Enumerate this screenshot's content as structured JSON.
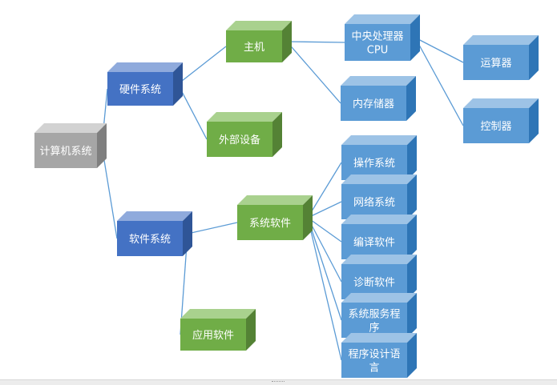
{
  "colors": {
    "grey": {
      "front": "#a6a6a6",
      "top": "#d2d2d2",
      "side": "#7f7f7f",
      "text": "#ffffff"
    },
    "blue": {
      "front": "#4472c4",
      "top": "#8faadc",
      "side": "#2f5597",
      "text": "#ffffff"
    },
    "green": {
      "front": "#70ad47",
      "top": "#a9d18e",
      "side": "#548235",
      "text": "#ffffff"
    },
    "lightblue": {
      "front": "#5b9bd5",
      "top": "#9dc3e6",
      "side": "#2e75b6",
      "text": "#ffffff"
    },
    "line": "#5b9bd5"
  },
  "nodes": [
    {
      "id": "computer",
      "name": "node-computer-system",
      "lines": [
        "计算机系统"
      ],
      "color": "grey"
    },
    {
      "id": "hardware",
      "name": "node-hardware-system",
      "lines": [
        "硬件系统"
      ],
      "color": "blue"
    },
    {
      "id": "software",
      "name": "node-software-system",
      "lines": [
        "软件系统"
      ],
      "color": "blue"
    },
    {
      "id": "host",
      "name": "node-host",
      "lines": [
        "主机"
      ],
      "color": "green"
    },
    {
      "id": "peripheral",
      "name": "node-peripheral-devices",
      "lines": [
        "外部设备"
      ],
      "color": "green"
    },
    {
      "id": "syssoft",
      "name": "node-system-software",
      "lines": [
        "系统软件"
      ],
      "color": "green"
    },
    {
      "id": "appsoft",
      "name": "node-application-software",
      "lines": [
        "应用软件"
      ],
      "color": "green"
    },
    {
      "id": "cpu",
      "name": "node-cpu",
      "lines": [
        "中央处理器",
        "CPU"
      ],
      "color": "lightblue"
    },
    {
      "id": "memory",
      "name": "node-memory",
      "lines": [
        "内存储器"
      ],
      "color": "lightblue"
    },
    {
      "id": "alu",
      "name": "node-arithmetic-unit",
      "lines": [
        "运算器"
      ],
      "color": "lightblue"
    },
    {
      "id": "controller",
      "name": "node-controller",
      "lines": [
        "控制器"
      ],
      "color": "lightblue"
    },
    {
      "id": "os",
      "name": "node-operating-system",
      "lines": [
        "操作系统"
      ],
      "color": "lightblue"
    },
    {
      "id": "netos",
      "name": "node-network-system",
      "lines": [
        "网络系统"
      ],
      "color": "lightblue"
    },
    {
      "id": "compiler",
      "name": "node-compiler-software",
      "lines": [
        "编译软件"
      ],
      "color": "lightblue"
    },
    {
      "id": "diag",
      "name": "node-diagnostic-software",
      "lines": [
        "诊断软件"
      ],
      "color": "lightblue"
    },
    {
      "id": "service",
      "name": "node-system-service-program",
      "lines": [
        "系统服务程",
        "序"
      ],
      "color": "lightblue"
    },
    {
      "id": "lang",
      "name": "node-programming-language",
      "lines": [
        "程序设计语",
        "言"
      ],
      "color": "lightblue"
    }
  ],
  "edges": [
    [
      "computer",
      "hardware"
    ],
    [
      "computer",
      "software"
    ],
    [
      "hardware",
      "host"
    ],
    [
      "hardware",
      "peripheral"
    ],
    [
      "software",
      "syssoft"
    ],
    [
      "software",
      "appsoft"
    ],
    [
      "host",
      "cpu"
    ],
    [
      "host",
      "memory"
    ],
    [
      "cpu",
      "alu"
    ],
    [
      "cpu",
      "controller"
    ],
    [
      "syssoft",
      "os"
    ],
    [
      "syssoft",
      "netos"
    ],
    [
      "syssoft",
      "compiler"
    ],
    [
      "syssoft",
      "diag"
    ],
    [
      "syssoft",
      "service"
    ],
    [
      "syssoft",
      "lang"
    ]
  ]
}
